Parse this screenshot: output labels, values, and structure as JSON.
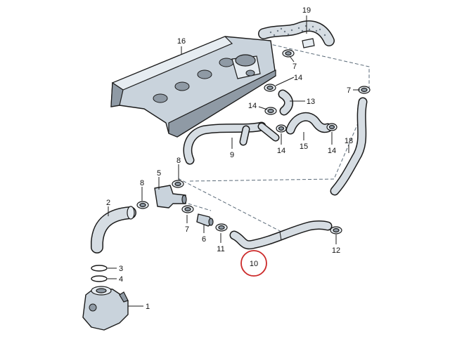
{
  "labels": {
    "p1": "1",
    "p2": "2",
    "p3": "3",
    "p4": "4",
    "p5": "5",
    "p6": "6",
    "p7a": "7",
    "p7b": "7",
    "p7c": "7",
    "p8a": "8",
    "p8b": "8",
    "p9": "9",
    "p10": "10",
    "p11": "11",
    "p12": "12",
    "p13": "13",
    "p14a": "14",
    "p14b": "14",
    "p14c": "14",
    "p14d": "14",
    "p15": "15",
    "p16": "16",
    "p18": "18",
    "p19": "19"
  },
  "colors": {
    "part": "#c9d3dc",
    "part_dark": "#8f9aa5",
    "highlight_circle": "#cc2a2a",
    "dashed_lines": "#5a6a78"
  },
  "highlighted_label": "10"
}
